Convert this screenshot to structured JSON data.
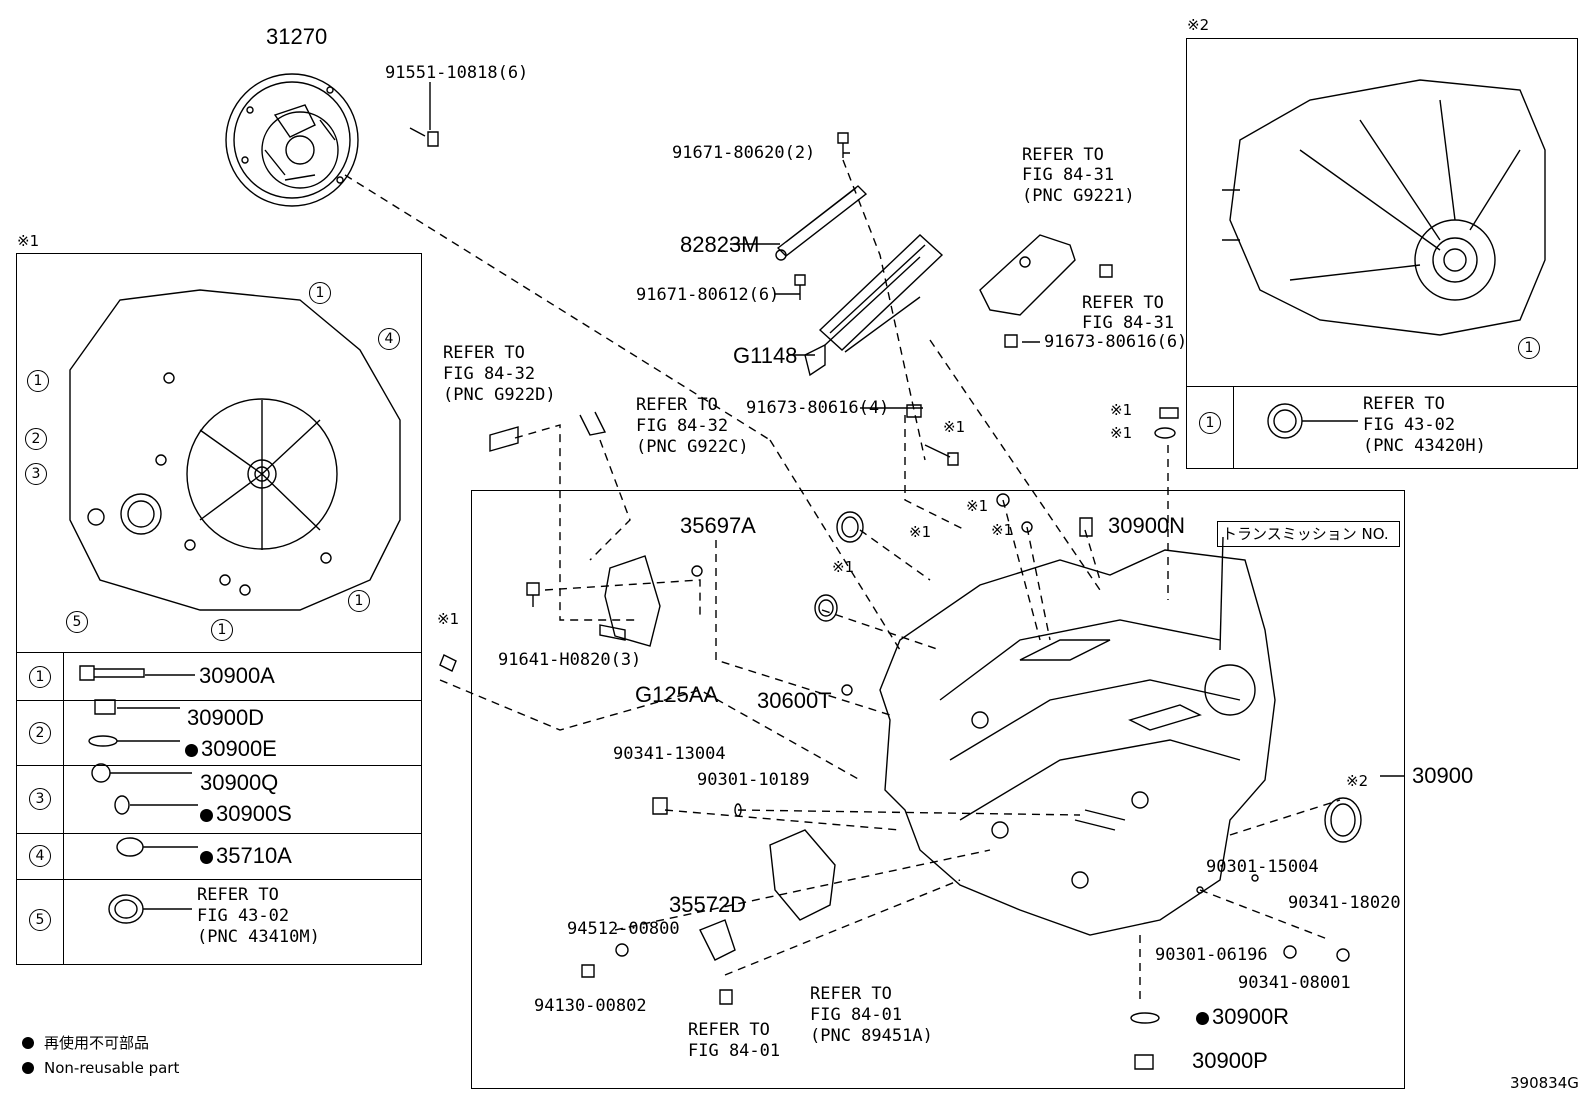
{
  "diagram_code": "390834G",
  "top_labels": {
    "clutch_cover": "31270",
    "bolt_clutch": "91551-10818(6)",
    "bolt_bracket_top": "91671-80620(2)",
    "bracket": "82823M",
    "bolt_bracket_mid": "91671-80612(6)",
    "ecu_bracket": "G1148",
    "bolt_ecu_a": "91673-80616(4)",
    "bolt_ecu_b": "91673-80616(6)",
    "refer_g9221": [
      "REFER TO",
      "FIG 84-31",
      "(PNC G9221)"
    ],
    "refer_8431": [
      "REFER TO",
      "FIG 84-31"
    ],
    "refer_g922d": [
      "REFER TO",
      "FIG 84-32",
      "(PNC G922D)"
    ],
    "refer_g922c": [
      "REFER TO",
      "FIG 84-32",
      "(PNC G922C)"
    ]
  },
  "note_marks": {
    "n1": "※1",
    "n2": "※2"
  },
  "inset1": {
    "mark": "※1",
    "callouts": [
      "1",
      "2",
      "3",
      "4",
      "5"
    ],
    "rows": [
      {
        "num": "1",
        "parts": [
          "30900A"
        ]
      },
      {
        "num": "2",
        "parts": [
          "30900D",
          "30900E"
        ]
      },
      {
        "num": "3",
        "parts": [
          "30900Q",
          "30900S"
        ]
      },
      {
        "num": "4",
        "parts": [
          "35710A"
        ]
      },
      {
        "num": "5",
        "refer": [
          "REFER TO",
          "FIG 43-02",
          "(PNC 43410M)"
        ]
      }
    ]
  },
  "inset2": {
    "mark": "※2",
    "row": {
      "num": "1",
      "refer": [
        "REFER TO",
        "FIG 43-02",
        "(PNC 43420H)"
      ]
    }
  },
  "main": {
    "transmission_no": "トランスミッション NO.",
    "assembly": "30900",
    "labels": {
      "p35697A": "35697A",
      "p30900N": "30900N",
      "p91641": "91641-H0820(3)",
      "pG125AA": "G125AA",
      "p30600T": "30600T",
      "p90341_13004": "90341-13004",
      "p90301_10189": "90301-10189",
      "p35572D": "35572D",
      "p94512": "94512-00800",
      "p94130": "94130-00802",
      "p90301_15004": "90301-15004",
      "p90341_18020": "90341-18020",
      "p90301_06196": "90301-06196",
      "p90341_08001": "90341-08001",
      "p30900R": "30900R",
      "p30900P": "30900P"
    },
    "refer_8401a": [
      "REFER TO",
      "FIG 84-01"
    ],
    "refer_8401b": [
      "REFER TO",
      "FIG 84-01",
      "(PNC 89451A)"
    ]
  },
  "legend": {
    "jp": "再使用不可部品",
    "en": "Non-reusable part"
  }
}
